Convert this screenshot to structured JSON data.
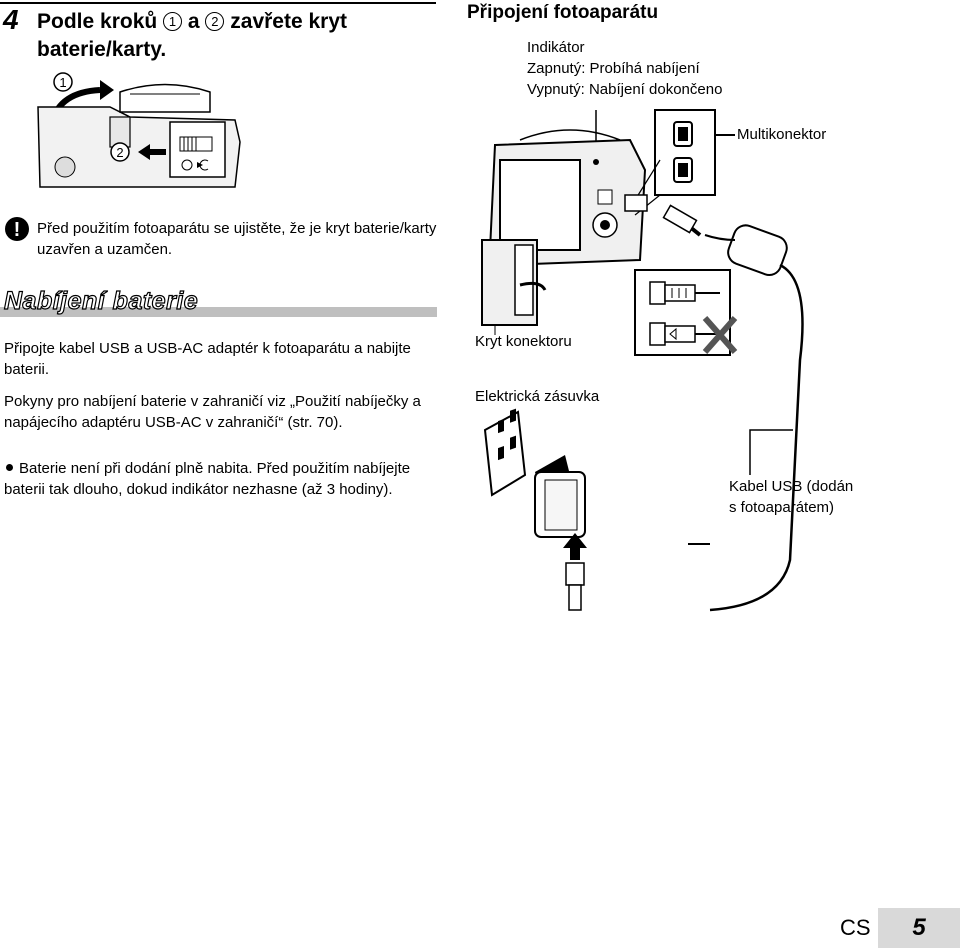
{
  "step": {
    "number": "4",
    "title_part1": "Podle kroků",
    "circle1": "1",
    "word_and": "a",
    "circle2": "2",
    "title_part2": "zavřete kryt",
    "title_line2": "baterie/karty."
  },
  "caution": {
    "text": "Před použitím fotoaparátu se ujistěte, že je kryt baterie/karty uzavřen a uzamčen."
  },
  "section": {
    "title": "Nabíjení baterie",
    "para1": "Připojte kabel USB a USB-AC adaptér k fotoaparátu a nabijte baterii.",
    "para2": "Pokyny pro nabíjení baterie v zahraničí viz „Použití nabíječky a napájecího adaptéru USB-AC v zahraničí“ (str. 70).",
    "bullet": "Baterie není při dodání plně nabita. Před použitím nabíjejte baterii tak dlouho, dokud indikátor nezhasne (až 3 hodiny)."
  },
  "diagram_left": {
    "marker1": "1",
    "marker2": "2"
  },
  "diagram_right": {
    "title": "Připojení fotoaparátu",
    "indicator_label": "Indikátor",
    "indicator_on": "Zapnutý: Probíhá nabíjení",
    "indicator_off": "Vypnutý: Nabíjení dokončeno",
    "multiconnector": "Multikonektor",
    "connector_cover": "Kryt konektoru",
    "outlet": "Elektrická zásuvka",
    "usb_cable_line1": "Kabel USB (dodán",
    "usb_cable_line2": "s fotoaparátem)"
  },
  "footer": {
    "lang": "CS",
    "page": "5"
  }
}
